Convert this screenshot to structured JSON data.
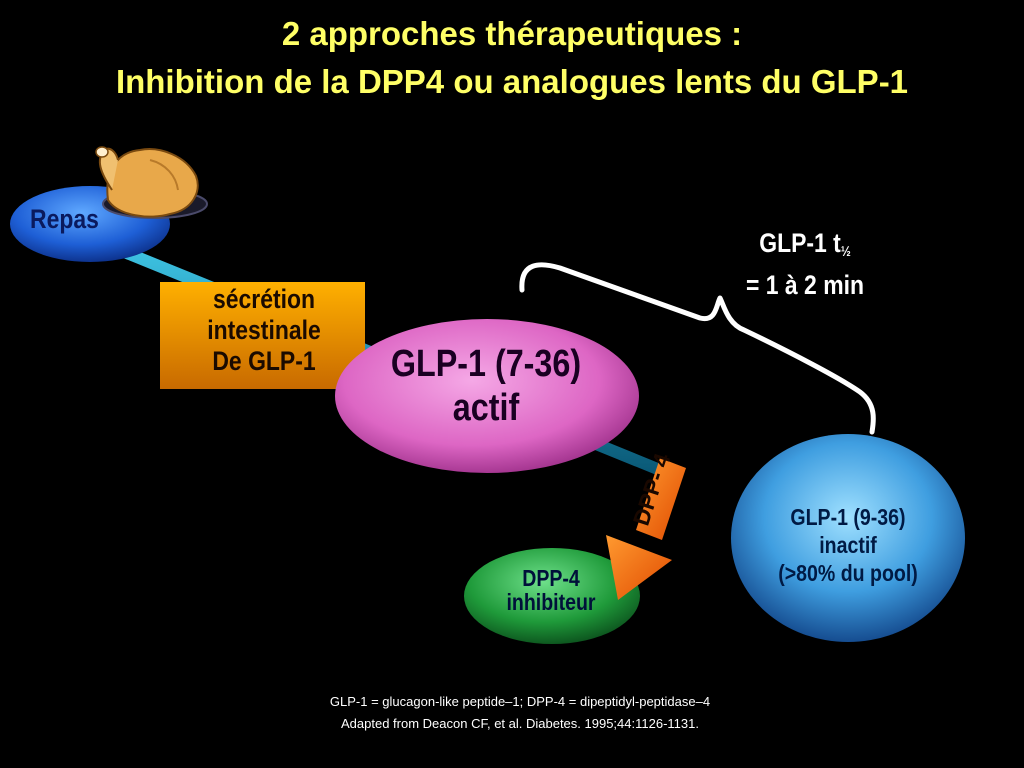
{
  "title": {
    "line1": "2 approches thérapeutiques :",
    "line2": "Inhibition de la DPP4 ou analogues lents du GLP-1"
  },
  "nodes": {
    "repas": "Repas",
    "secretion": [
      "sécrétion",
      "intestinale",
      "De GLP-1"
    ],
    "glp1_active": [
      "GLP-1 (7-36)",
      "actif"
    ],
    "glp1_inactive": [
      "GLP-1 (9-36)",
      "inactif",
      "(>80% du pool)"
    ],
    "dpp4_inhibitor": [
      "DPP-4",
      "inhibiteur"
    ]
  },
  "half_life": {
    "line1_prefix": "GLP-1 t",
    "line1_sub": "½",
    "line2": "= 1 à 2 min"
  },
  "enzyme_label": "DPP- 4",
  "footnotes": {
    "line1": "GLP-1 = glucagon-like peptide–1; DPP-4 = dipeptidyl-peptidase–4",
    "line2": "Adapted from Deacon CF, et al. Diabetes. 1995;44:1126-1131."
  },
  "colors": {
    "title": "#ffff66",
    "repas": "#1e5fd6",
    "secretion": "#e08a00",
    "glp1_active": "#e070c8",
    "glp1_inactive": "#4aa8e8",
    "dpp4_inhibitor": "#1f9a3a",
    "arrow": "#ff6a00"
  }
}
